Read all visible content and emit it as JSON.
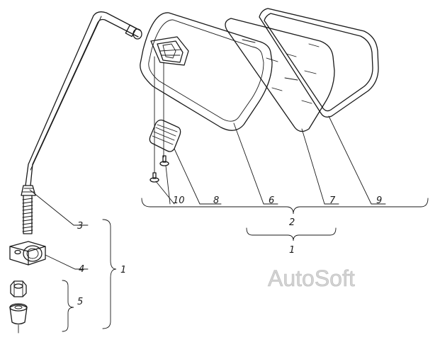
{
  "diagram": {
    "callouts": [
      {
        "id": "3",
        "text": "3"
      },
      {
        "id": "4",
        "text": "4"
      },
      {
        "id": "5",
        "text": "5"
      },
      {
        "id": "1a",
        "text": "1"
      },
      {
        "id": "10",
        "text": "10"
      },
      {
        "id": "8",
        "text": "8"
      },
      {
        "id": "6",
        "text": "6"
      },
      {
        "id": "7",
        "text": "7"
      },
      {
        "id": "9",
        "text": "9"
      },
      {
        "id": "2",
        "text": "2"
      },
      {
        "id": "1b",
        "text": "1"
      }
    ],
    "watermark": "AutoSoft"
  }
}
